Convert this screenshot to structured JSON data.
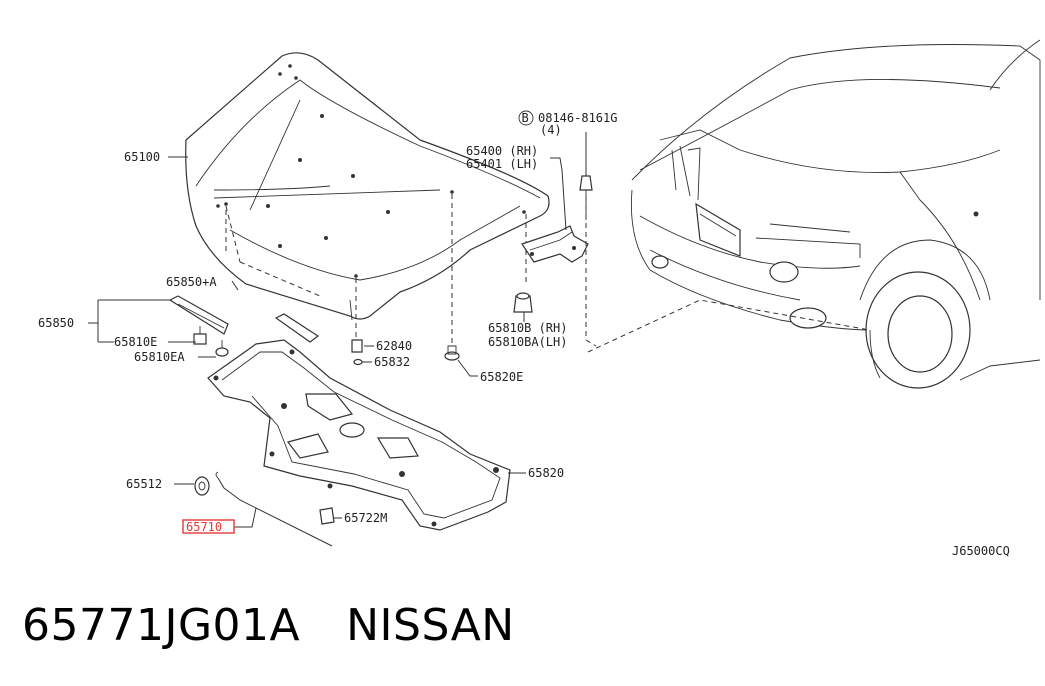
{
  "labels": {
    "hood": "65100",
    "hinge_rh": "65400 (RH)",
    "hinge_lh": "65401 (LH)",
    "bolt": "08146-8161G",
    "bolt_qty": "(4)",
    "bolt_mark": "B",
    "seal_plus": "65850+A",
    "seal": "65850",
    "bracket_e": "65810E",
    "bracket_ea": "65810EA",
    "clip": "62840",
    "clip_b": "65832",
    "nut": "65820E",
    "bracket_rh": "65810B (RH)",
    "bracket_lh": "65810BA(LH)",
    "frame": "65820",
    "grommet": "65512",
    "rod": "65710",
    "holder": "65722M",
    "diagram_code": "J65000CQ"
  },
  "caption": {
    "part_number": "65771JG01A",
    "brand": "NISSAN"
  },
  "colors": {
    "highlight": "#e53935",
    "ink": "#333333"
  }
}
